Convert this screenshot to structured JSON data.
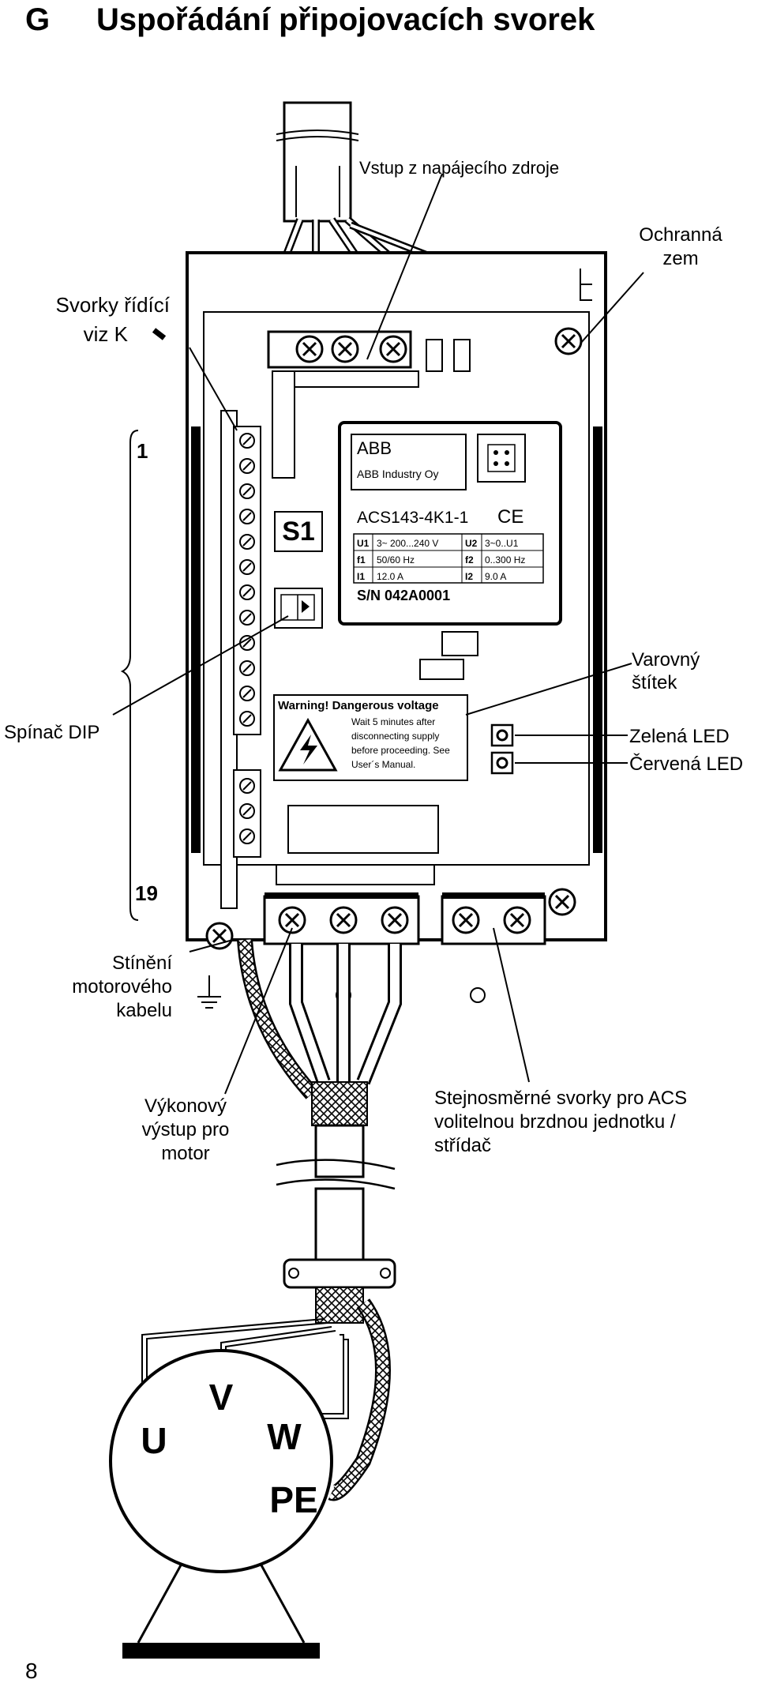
{
  "heading": {
    "letter": "G",
    "title": "Uspořádání připojovacích svorek"
  },
  "callouts": {
    "supply_input": "Vstup z napájecího zdroje",
    "protective_earth_l1": "Ochranná",
    "protective_earth_l2": "zem",
    "control_terminals_l1": "Svorky řídící",
    "control_terminals_l2": "viz K",
    "terminal_first": "1",
    "terminal_last": "19",
    "dip_switch": "Spínač DIP",
    "warning_label_l1": "Varovný",
    "warning_label_l2": "štítek",
    "green_led": "Zelená LED",
    "red_led": "Červená LED",
    "motor_shield_l1": "Stínění",
    "motor_shield_l2": "motorového",
    "motor_shield_l3": "kabelu",
    "power_output_l1": "Výkonový",
    "power_output_l2": "výstup pro",
    "power_output_l3": "motor",
    "dc_terminals_l1": "Stejnosměrné svorky pro  ACS",
    "dc_terminals_l2": "volitelnou brzdnou jednotku /",
    "dc_terminals_l3": "střídač"
  },
  "rating_plate": {
    "brand": "ABB",
    "company": "ABB Industry Oy",
    "model": "ACS143-4K1-1",
    "ce_mark": "CE",
    "rows": [
      {
        "k1": "U1",
        "v1": "3~ 200...240 V",
        "k2": "U2",
        "v2": "3~0..U1"
      },
      {
        "k1": "f1",
        "v1": "50/60 Hz",
        "k2": "f2",
        "v2": "0..300 Hz"
      },
      {
        "k1": "I1",
        "v1": "12.0 A",
        "k2": "I2",
        "v2": "9.0 A"
      }
    ],
    "serial": "S/N 042A0001"
  },
  "switch_label": "S1",
  "warning_plate": {
    "title": "Warning! Dangerous voltage",
    "line1": "Wait 5 minutes after",
    "line2": "disconnecting supply",
    "line3": "before proceeding. See",
    "line4": "User´s Manual."
  },
  "motor": {
    "u": "U",
    "v": "V",
    "w": "W",
    "pe": "PE"
  },
  "page_number": "8"
}
